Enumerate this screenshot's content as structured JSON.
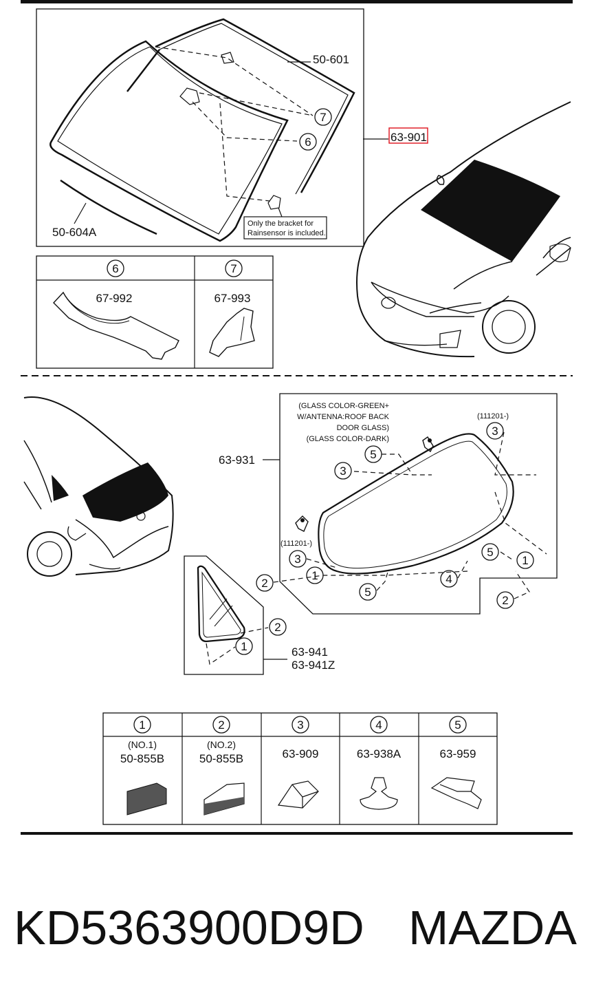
{
  "top_panel": {
    "callout_50_601": "50-601",
    "callout_50_604A": "50-604A",
    "callout_63_901": "63-901",
    "callout_highlight_color": "#e0202a",
    "circle_7": "7",
    "circle_6": "6",
    "note_line1": "Only the bracket for",
    "note_line2": "Rainsensor is included."
  },
  "bracket_table": {
    "col6": {
      "circle": "6",
      "part": "67-992"
    },
    "col7": {
      "circle": "7",
      "part": "67-993"
    }
  },
  "rear_panel": {
    "callout_63_931": "63-931",
    "spec_line1": "(GLASS COLOR-GREEN+",
    "spec_line2": "W/ANTENNA:ROOF BACK",
    "spec_line3": "DOOR GLASS)",
    "spec_line4": "(GLASS COLOR-DARK)",
    "date_left": "(111201-)",
    "date_right": "(111201-)",
    "circles": [
      "3",
      "5",
      "3",
      "3",
      "1",
      "2",
      "5",
      "4",
      "5",
      "1",
      "2"
    ]
  },
  "quarter_panel": {
    "callout_1": "63-941",
    "callout_2": "63-941Z",
    "circle_a": "2",
    "circle_b": "1"
  },
  "parts_table": [
    {
      "circle": "1",
      "sub": "(NO.1)",
      "part": "50-855B"
    },
    {
      "circle": "2",
      "sub": "(NO.2)",
      "part": "50-855B"
    },
    {
      "circle": "3",
      "sub": "",
      "part": "63-909"
    },
    {
      "circle": "4",
      "sub": "",
      "part": "63-938A"
    },
    {
      "circle": "5",
      "sub": "",
      "part": "63-959"
    }
  ],
  "footer": {
    "part_number": "KD5363900D9D",
    "brand": "MAZDA"
  }
}
